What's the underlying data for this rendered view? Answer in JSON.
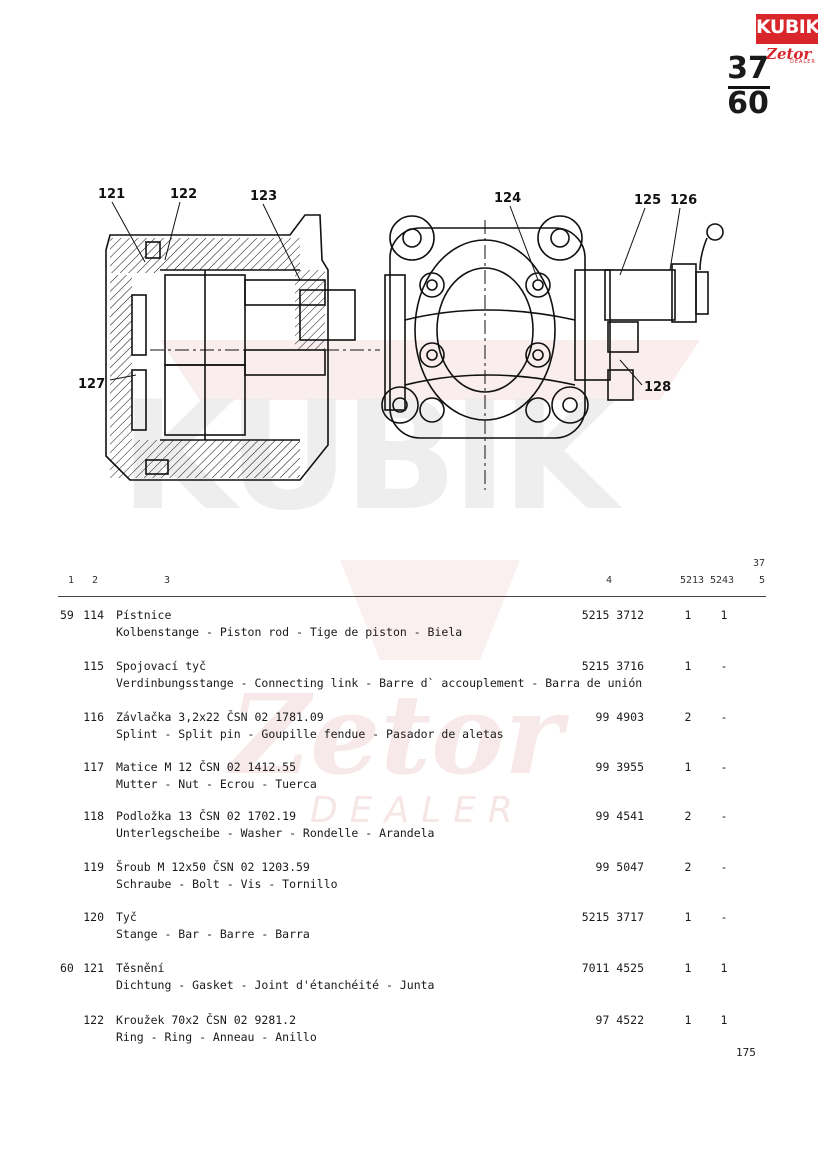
{
  "brand": {
    "logo_word": "KUBIK",
    "logo_sub": "Zetor",
    "logo_tag": "DEALER",
    "accent": "#d8262b"
  },
  "page_ref": {
    "top": "37",
    "bottom": "60"
  },
  "watermark": {
    "word1": "KUBIK",
    "word2": "Zetor",
    "word3": "DEALER"
  },
  "callouts": [
    "121",
    "122",
    "123",
    "124",
    "125",
    "126",
    "127",
    "128"
  ],
  "table": {
    "section_ref": "37",
    "headers": {
      "c1": "1",
      "c2": "2",
      "c3": "3",
      "c4": "4",
      "c5": "5213",
      "c6": "5243",
      "c7": "5"
    },
    "rows": [
      {
        "fig": "59",
        "pos": "114",
        "name": "Pístnice",
        "trans": "Kolbenstange - Piston rod - Tige de piston - Biela",
        "part": "5215 3712",
        "q1": "1",
        "q2": "1"
      },
      {
        "fig": "",
        "pos": "115",
        "name": "Spojovací tyč",
        "trans": "Verdinbungsstange - Connecting link - Barre d` accouplement - Barra de unión",
        "part": "5215 3716",
        "q1": "1",
        "q2": "-"
      },
      {
        "fig": "",
        "pos": "116",
        "name": "Závlačka 3,2x22 ČSN 02 1781.09",
        "trans": "Splint - Split pin - Goupille fendue - Pasador de aletas",
        "part": "99 4903",
        "q1": "2",
        "q2": "-"
      },
      {
        "fig": "",
        "pos": "117",
        "name": "Matice M 12 ČSN 02 1412.55",
        "trans": "Mutter - Nut - Ecrou - Tuerca",
        "part": "99 3955",
        "q1": "1",
        "q2": "-"
      },
      {
        "fig": "",
        "pos": "118",
        "name": "Podložka 13 ČSN 02 1702.19",
        "trans": "Unterlegscheibe - Washer - Rondelle - Arandela",
        "part": "99 4541",
        "q1": "2",
        "q2": "-"
      },
      {
        "fig": "",
        "pos": "119",
        "name": "Šroub M 12x50 ČSN 02 1203.59",
        "trans": "Schraube - Bolt - Vis - Tornillo",
        "part": "99 5047",
        "q1": "2",
        "q2": "-"
      },
      {
        "fig": "",
        "pos": "120",
        "name": "Tyč",
        "trans": "Stange - Bar - Barre - Barra",
        "part": "5215 3717",
        "q1": "1",
        "q2": "-"
      },
      {
        "fig": "60",
        "pos": "121",
        "name": "Těsnění",
        "trans": "Dichtung - Gasket - Joint d'étanchéité - Junta",
        "part": "7011 4525",
        "q1": "1",
        "q2": "1"
      },
      {
        "fig": "",
        "pos": "122",
        "name": "Kroužek 70x2 ČSN 02 9281.2",
        "trans": "Ring - Ring - Anneau - Anillo",
        "part": "97 4522",
        "q1": "1",
        "q2": "1"
      }
    ]
  },
  "page_number": "175"
}
